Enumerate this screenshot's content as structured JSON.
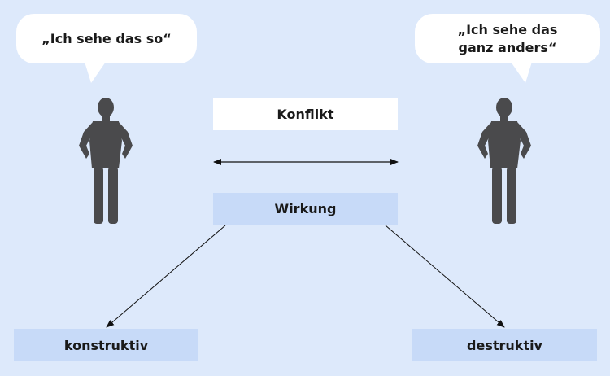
{
  "speech_left": {
    "text": "„Ich sehe das so“"
  },
  "speech_right": {
    "text": "„Ich sehe das ganz anders“"
  },
  "boxes": {
    "conflict": "Konflikt",
    "effect": "Wirkung",
    "constructive": "konstruktiv",
    "destructive": "destruktiv"
  },
  "icons": {
    "person": "person-icon"
  },
  "colors": {
    "background": "#dde9fb",
    "box_fill": "#c7daf8",
    "figure": "#4a4a4c",
    "arrow": "#111111"
  }
}
